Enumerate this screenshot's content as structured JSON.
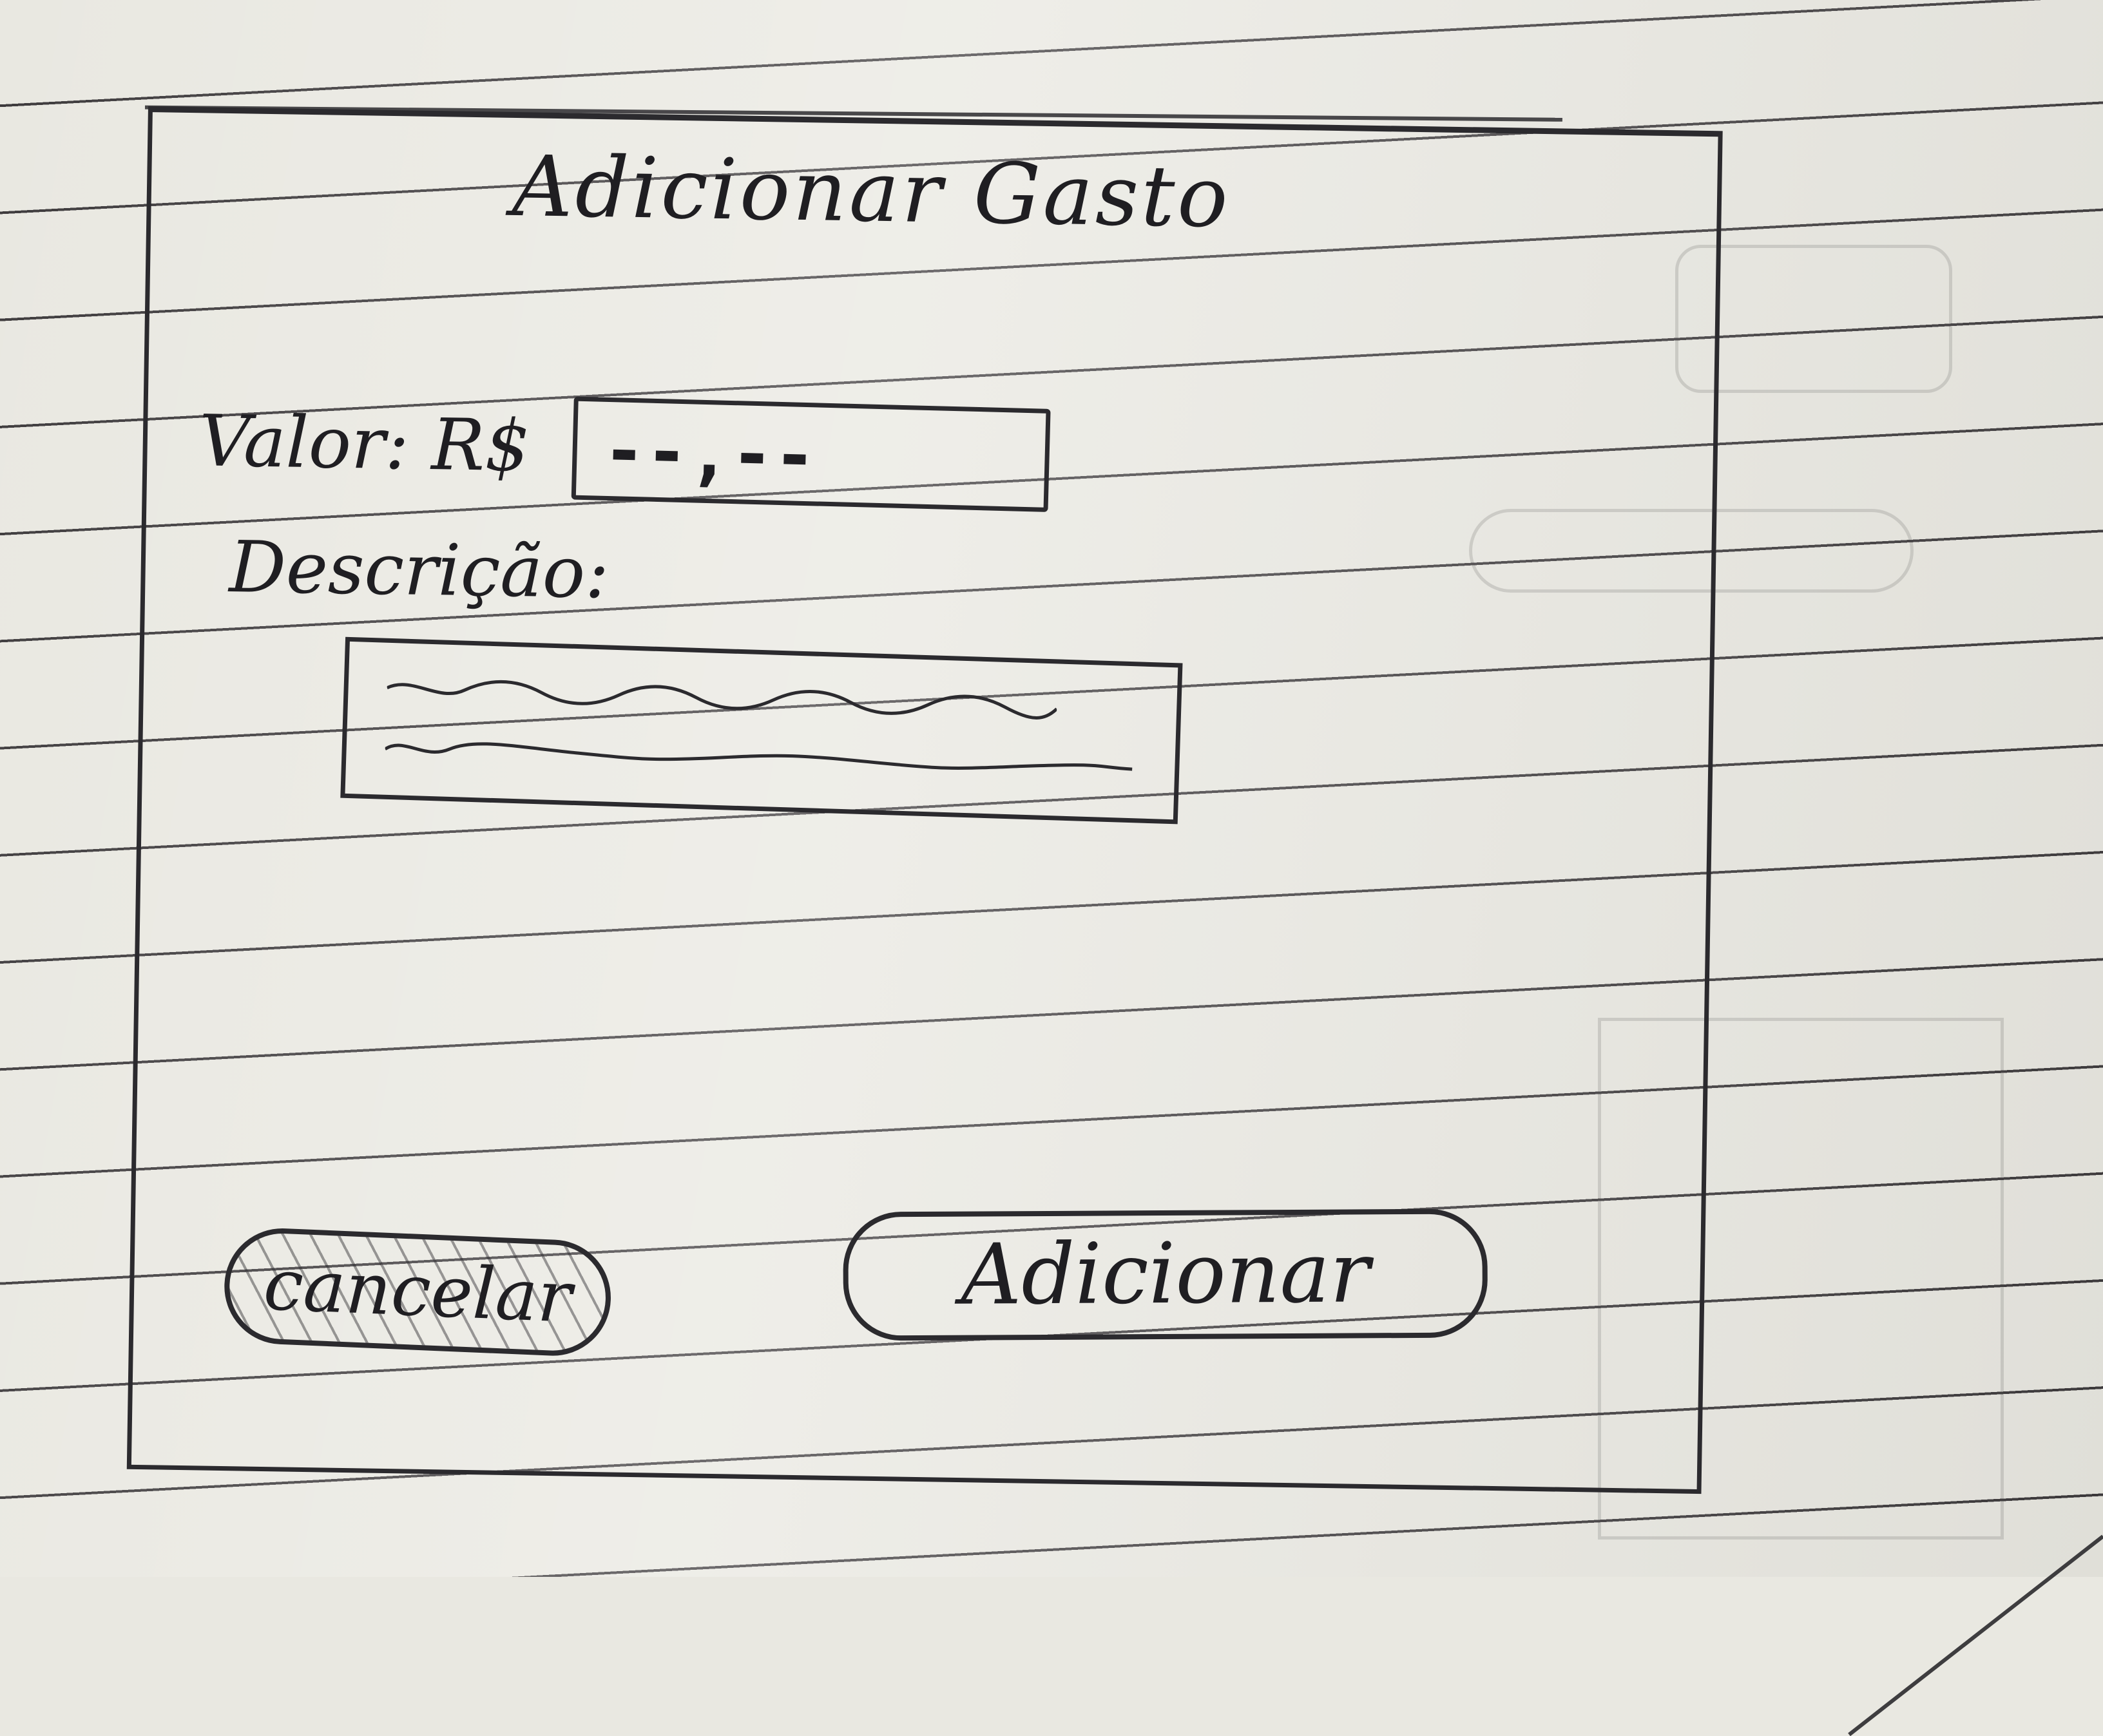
{
  "window": {
    "title": "Adicionar Gasto"
  },
  "form": {
    "valor_label": "Valor: R$",
    "valor_value": "--,--",
    "descricao_label": "Descrição:"
  },
  "buttons": {
    "cancel_label": "cancelar",
    "add_label": "Adicionar"
  },
  "colors": {
    "ink": "#2b2a2e",
    "paper": "#e9e8e1"
  }
}
